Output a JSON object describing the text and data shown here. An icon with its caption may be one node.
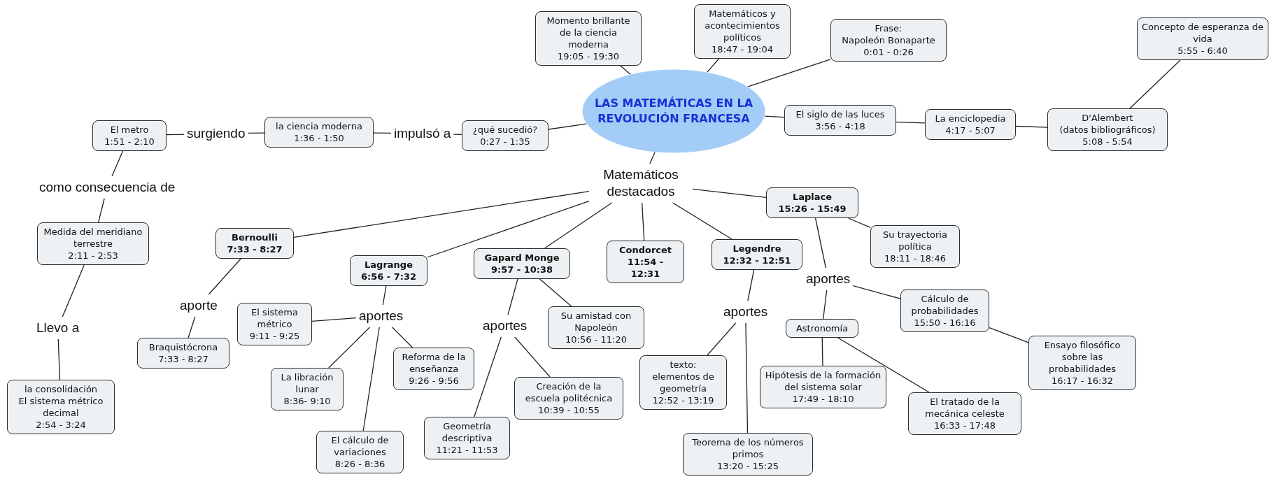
{
  "diagram": {
    "nodes": [
      {
        "text": [
          "LAS MATEMÁTICAS EN LA REVOLUCIÓN FRANCESA"
        ]
      },
      {
        "text": [
          "Momento brillante de la ciencia moderna",
          "19:05 - 19:30"
        ]
      },
      {
        "text": [
          "Matemáticos y acontecimientos políticos",
          "18:47 - 19:04"
        ]
      },
      {
        "text": [
          "Frase:",
          "Napoleón Bonaparte",
          "0:01 - 0:26"
        ]
      },
      {
        "text": [
          "Concepto de esperanza de vida",
          "5:55 - 6:40"
        ]
      },
      {
        "text": [
          "El siglo de las luces",
          "3:56 - 4:18"
        ]
      },
      {
        "text": [
          "La enciclopedia",
          "4:17 - 5:07"
        ]
      },
      {
        "text": [
          "D'Alembert",
          "(datos bibliográficos)",
          "5:08 - 5:54"
        ]
      },
      {
        "text": [
          "¿qué sucedió?",
          "0:27 - 1:35"
        ]
      },
      {
        "text": [
          "impulsó a"
        ]
      },
      {
        "text": [
          "la ciencia moderna",
          "1:36 - 1:50"
        ]
      },
      {
        "text": [
          "surgiendo"
        ]
      },
      {
        "text": [
          "El metro",
          "1:51 - 2:10"
        ]
      },
      {
        "text": [
          "como consecuencia de"
        ]
      },
      {
        "text": [
          "Medida del meridiano terrestre",
          "2:11 - 2:53"
        ]
      },
      {
        "text": [
          "Llevo a"
        ]
      },
      {
        "text": [
          "la consolidación",
          "El sistema métrico decimal",
          "2:54 - 3:24"
        ]
      },
      {
        "text": [
          "Matemáticos destacados"
        ]
      },
      {
        "text": [
          "Bernoulli",
          "7:33 - 8:27"
        ]
      },
      {
        "text": [
          "aporte"
        ]
      },
      {
        "text": [
          "Braquistócrona",
          "7:33 - 8:27"
        ]
      },
      {
        "text": [
          "Lagrange",
          "6:56 - 7:32"
        ]
      },
      {
        "text": [
          "aportes"
        ]
      },
      {
        "text": [
          "El sistema métrico",
          "9:11 - 9:25"
        ]
      },
      {
        "text": [
          "La libración lunar",
          "8:36- 9:10"
        ]
      },
      {
        "text": [
          "El cálculo de variaciones",
          "8:26 - 8:36"
        ]
      },
      {
        "text": [
          "Reforma de la enseñanza",
          "9:26 - 9:56"
        ]
      },
      {
        "text": [
          "Gapard Monge",
          "9:57 - 10:38"
        ]
      },
      {
        "text": [
          "aportes"
        ]
      },
      {
        "text": [
          "Su amistad con Napoleón",
          "10:56 - 11:20"
        ]
      },
      {
        "text": [
          "Geometría descriptiva",
          "11:21 - 11:53"
        ]
      },
      {
        "text": [
          "Creación de la escuela politécnica",
          "10:39 - 10:55"
        ]
      },
      {
        "text": [
          "Condorcet",
          "11:54 - 12:31"
        ]
      },
      {
        "text": [
          "Legendre",
          "12:32 - 12:51"
        ]
      },
      {
        "text": [
          "aportes"
        ]
      },
      {
        "text": [
          "texto:",
          "elementos de geometría",
          "12:52 - 13:19"
        ]
      },
      {
        "text": [
          "Teorema de los números primos",
          "13:20 - 15:25"
        ]
      },
      {
        "text": [
          "Laplace",
          "15:26 - 15:49"
        ]
      },
      {
        "text": [
          "Su trayectoria política",
          "18:11 - 18:46"
        ]
      },
      {
        "text": [
          "aportes"
        ]
      },
      {
        "text": [
          "Astronomía"
        ]
      },
      {
        "text": [
          "Cálculo de probabilidades",
          "15:50 - 16:16"
        ]
      },
      {
        "text": [
          "Hipótesis de la formación del sistema solar",
          "17:49 - 18:10"
        ]
      },
      {
        "text": [
          "El tratado de la mecánica celeste",
          "16:33 - 17:48"
        ]
      },
      {
        "text": [
          "Ensayo filosófico sobre las probabilidades",
          "16:17 - 16:32"
        ]
      }
    ],
    "edges": [
      {
        "from": 0,
        "to": 1,
        "arrow": "none"
      },
      {
        "from": 0,
        "to": 2,
        "arrow": "none"
      },
      {
        "from": 0,
        "to": 3,
        "arrow": "none"
      },
      {
        "from": 0,
        "to": 5,
        "arrow": "none"
      },
      {
        "from": 5,
        "to": 6,
        "arrow": "none"
      },
      {
        "from": 6,
        "to": 7,
        "arrow": "none"
      },
      {
        "from": 7,
        "to": 4,
        "arrow": "none"
      },
      {
        "from": 0,
        "to": 8,
        "arrow": "none"
      },
      {
        "from": 8,
        "to": 9,
        "arrow": "none"
      },
      {
        "from": 9,
        "to": 10,
        "arrow": "none"
      },
      {
        "from": 10,
        "to": 11,
        "arrow": "none"
      },
      {
        "from": 11,
        "to": 12,
        "arrow": "none"
      },
      {
        "from": 12,
        "to": 13,
        "arrow": "none"
      },
      {
        "from": 13,
        "to": 14,
        "arrow": "none"
      },
      {
        "from": 14,
        "to": 15,
        "arrow": "none"
      },
      {
        "from": 15,
        "to": 16,
        "arrow": "none"
      },
      {
        "from": 0,
        "to": 17,
        "arrow": "none"
      },
      {
        "from": 17,
        "to": 18,
        "arrow": "none"
      },
      {
        "from": 17,
        "to": 21,
        "arrow": "none"
      },
      {
        "from": 17,
        "to": 27,
        "arrow": "none"
      },
      {
        "from": 17,
        "to": 32,
        "arrow": "none"
      },
      {
        "from": 17,
        "to": 33,
        "arrow": "none"
      },
      {
        "from": 17,
        "to": 37,
        "arrow": "none"
      },
      {
        "from": 18,
        "to": 19,
        "arrow": "none"
      },
      {
        "from": 19,
        "to": 20,
        "arrow": "none"
      },
      {
        "from": 21,
        "to": 22,
        "arrow": "none"
      },
      {
        "from": 22,
        "to": 23,
        "arrow": "none"
      },
      {
        "from": 22,
        "to": 24,
        "arrow": "none"
      },
      {
        "from": 22,
        "to": 25,
        "arrow": "none"
      },
      {
        "from": 22,
        "to": 26,
        "arrow": "none"
      },
      {
        "from": 27,
        "to": 28,
        "arrow": "none"
      },
      {
        "from": 27,
        "to": 29,
        "arrow": "none"
      },
      {
        "from": 28,
        "to": 30,
        "arrow": "none"
      },
      {
        "from": 28,
        "to": 31,
        "arrow": "none"
      },
      {
        "from": 33,
        "to": 34,
        "arrow": "none"
      },
      {
        "from": 34,
        "to": 35,
        "arrow": "none"
      },
      {
        "from": 34,
        "to": 36,
        "arrow": "none"
      },
      {
        "from": 37,
        "to": 38,
        "arrow": "none"
      },
      {
        "from": 37,
        "to": 39,
        "arrow": "none"
      },
      {
        "from": 39,
        "to": 40,
        "arrow": "none"
      },
      {
        "from": 39,
        "to": 41,
        "arrow": "none"
      },
      {
        "from": 40,
        "to": 42,
        "arrow": "none"
      },
      {
        "from": 40,
        "to": 43,
        "arrow": "none"
      },
      {
        "from": 41,
        "to": 44,
        "arrow": "none"
      }
    ]
  }
}
